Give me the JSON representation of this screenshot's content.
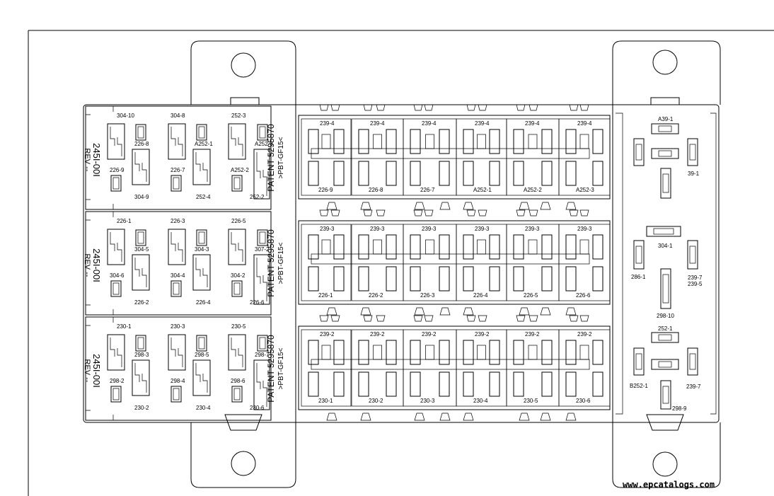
{
  "watermark": "www.epcatalogs.com",
  "left_rows": [
    {
      "rev_code": "245I-00I",
      "rev_label": "REV --",
      "patent": "PATENT 5295870",
      "material": ">PBT-GF15<",
      "labels": [
        "304-10",
        "304-8",
        "252-3",
        "226-8",
        "A252-1",
        "A252-3",
        "226-9",
        "226-7",
        "A252-2",
        "304-9",
        "252-4",
        "252-2"
      ]
    },
    {
      "rev_code": "245I-00I",
      "rev_label": "REV --",
      "patent": "PATENT 5295870",
      "material": ">PBT-GF15<",
      "labels": [
        "226-1",
        "226-3",
        "226-5",
        "304-5",
        "304-3",
        "307-2",
        "304-6",
        "304-4",
        "304-2",
        "226-2",
        "226-4",
        "226-6"
      ]
    },
    {
      "rev_code": "245I-00I",
      "rev_label": "REV --",
      "patent": "PATENT 5295870",
      "material": ">PBT-GF15<",
      "labels": [
        "230-1",
        "230-3",
        "230-5",
        "298-3",
        "298-5",
        "298-7",
        "298-2",
        "298-4",
        "298-6",
        "230-2",
        "230-4",
        "230-6"
      ]
    }
  ],
  "relay_rows": [
    {
      "top": [
        "239-4",
        "239-4",
        "239-4",
        "239-4",
        "239-4",
        "239-4"
      ],
      "bottom": [
        "226-9",
        "226-8",
        "226-7",
        "A252-1",
        "A252-2",
        "A252-3"
      ]
    },
    {
      "top": [
        "239-3",
        "239-3",
        "239-3",
        "239-3",
        "239-3",
        "239-3"
      ],
      "bottom": [
        "226-1",
        "226-2",
        "226-3",
        "226-4",
        "226-5",
        "226-6"
      ]
    },
    {
      "top": [
        "239-2",
        "239-2",
        "239-2",
        "239-2",
        "239-2",
        "239-2"
      ],
      "bottom": [
        "230-1",
        "230-2",
        "230-3",
        "230-4",
        "230-5",
        "230-6"
      ]
    }
  ],
  "right_panel": [
    "A39-1",
    "39-1",
    "304-1",
    "286-1",
    "239-7",
    "239-5",
    "298-10",
    "252-1",
    "B252-1",
    "239-7",
    "298-9"
  ]
}
